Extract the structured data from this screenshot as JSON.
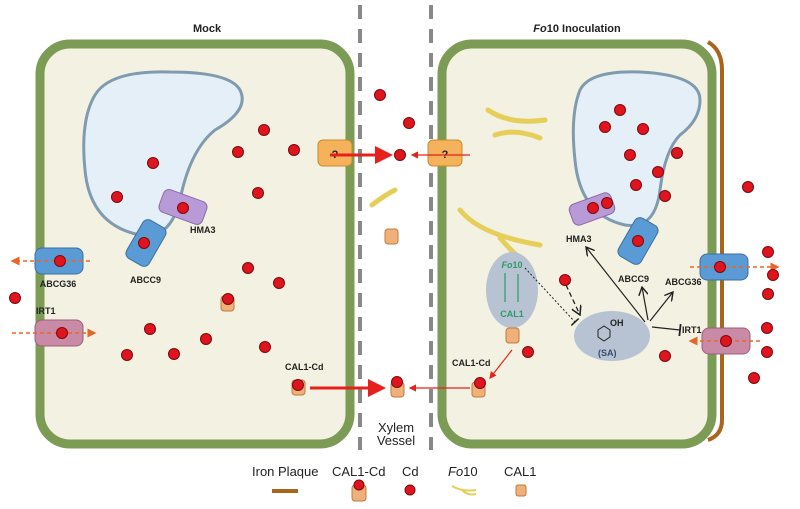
{
  "titles": {
    "left": "Mock",
    "right_italic": "Fo",
    "right_rest": "10 Inoculation"
  },
  "labels": {
    "hma3": "HMA3",
    "abcc9": "ABCC9",
    "abcg36": "ABCG36",
    "irt1": "IRT1",
    "cal1_cd": "CAL1-Cd",
    "question": "?",
    "xylem_line1": "Xylem",
    "xylem_line2": "Vessel",
    "fo10_italic": "Fo",
    "fo10_rest": "10",
    "cal1": "CAL1",
    "sa": "(SA)",
    "oh": "OH"
  },
  "legend": {
    "iron_plaque": "Iron Plaque",
    "cal1_cd": "CAL1-Cd",
    "cd": "Cd",
    "fo10_italic": "Fo",
    "fo10_rest": "10",
    "cal1": "CAL1"
  },
  "colors": {
    "cell_wall": "#7c9c56",
    "cytoplasm": "#f3f1e1",
    "vacuole": "#e4eff8",
    "cd": "#e0141e",
    "iron_plaque": "#a8651c",
    "abc": "#5b9bd5",
    "hma3": "#b89ad6",
    "irt1": "#c98aa6",
    "cal1": "#f0b07a",
    "fo10": "#e5cf5a",
    "arrow": "#e8201c",
    "regulation_bubble": "#b7c3d3"
  }
}
